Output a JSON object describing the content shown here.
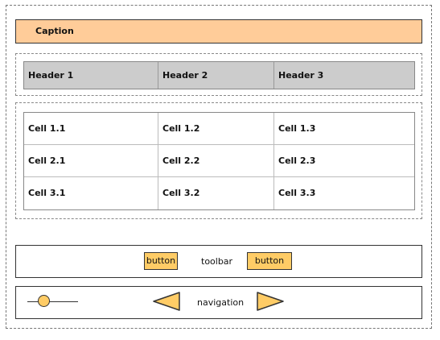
{
  "caption": "Caption",
  "table": {
    "headers": [
      "Header 1",
      "Header 2",
      "Header 3"
    ],
    "rows": [
      [
        "Cell 1.1",
        "Cell 1.2",
        "Cell 1.3"
      ],
      [
        "Cell 2.1",
        "Cell 2.2",
        "Cell 2.3"
      ],
      [
        "Cell 3.1",
        "Cell 3.2",
        "Cell 3.3"
      ]
    ]
  },
  "toolbar": {
    "label": "toolbar",
    "button1": "button",
    "button2": "button"
  },
  "navigation": {
    "label": "navigation",
    "slider_value": 0.3
  },
  "colors": {
    "caption_bg": "#ffcc99",
    "header_bg": "#cccccc",
    "button_bg": "#ffcc66"
  },
  "icons": {
    "prev": "triangle-left-icon",
    "next": "triangle-right-icon"
  }
}
